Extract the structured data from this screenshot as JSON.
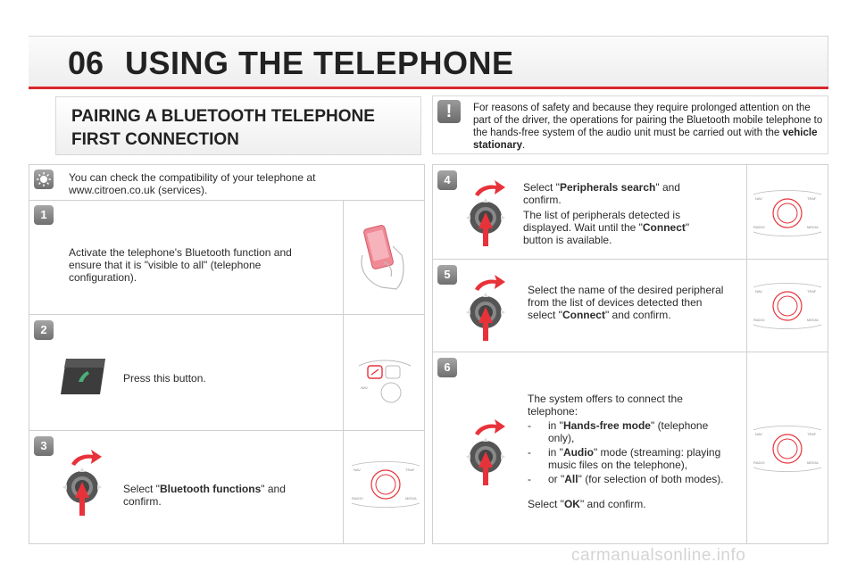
{
  "header": {
    "number": "06",
    "title": "USING THE TELEPHONE"
  },
  "section": {
    "line1": "PAIRING A BLUETOOTH TELEPHONE",
    "line2": "FIRST CONNECTION"
  },
  "warning": {
    "text_pre": "For reasons of safety and because they require prolonged attention on the part of the driver, the operations for pairing the Bluetooth mobile telephone to the hands-free system of the audio unit must be carried out with the ",
    "text_bold": "vehicle stationary",
    "text_post": "."
  },
  "tip": {
    "text": "You can check the compatibility of your telephone at www.citroen.co.uk (services)."
  },
  "steps": {
    "s1": {
      "num": "1",
      "text": "Activate the telephone's Bluetooth function and ensure that it is \"visible to all\" (telephone configuration)."
    },
    "s2": {
      "num": "2",
      "text": "Press this button."
    },
    "s3": {
      "num": "3",
      "pre": "Select \"",
      "bold": "Bluetooth functions",
      "post": "\" and confirm."
    },
    "s4": {
      "num": "4",
      "pre": "Select \"",
      "bold": "Peripherals search",
      "post": "\" and confirm.",
      "p2_pre": "The list of peripherals detected is displayed. Wait until the \"",
      "p2_bold": "Connect",
      "p2_post": "\" button is available."
    },
    "s5": {
      "num": "5",
      "pre": "Select the name of the desired peripheral from the list of devices detected then select \"",
      "bold": "Connect",
      "post": "\" and confirm."
    },
    "s6": {
      "num": "6",
      "intro": "The system offers to connect the telephone:",
      "b1_pre": "in \"",
      "b1_bold": "Hands-free mode",
      "b1_post": "\" (telephone only),",
      "b2_pre": "in \"",
      "b2_bold": "Audio",
      "b2_post": "\" mode (streaming: playing music files on the telephone),",
      "b3_pre": "or \"",
      "b3_bold": "All",
      "b3_post": "\" (for selection of both modes).",
      "dash": "-",
      "end_pre": "Select \"",
      "end_bold": "OK",
      "end_post": "\" and confirm."
    }
  },
  "panel_labels": {
    "nav": "NAV",
    "traf": "TRAF",
    "radio": "RADIO",
    "media": "MEDIA"
  },
  "footer": "carmanualsonline.info",
  "colors": {
    "accent_red": "#d9262c",
    "arrow_red": "#e8323a",
    "phone_pink": "#f08a96",
    "button_green": "#3c6b52"
  }
}
